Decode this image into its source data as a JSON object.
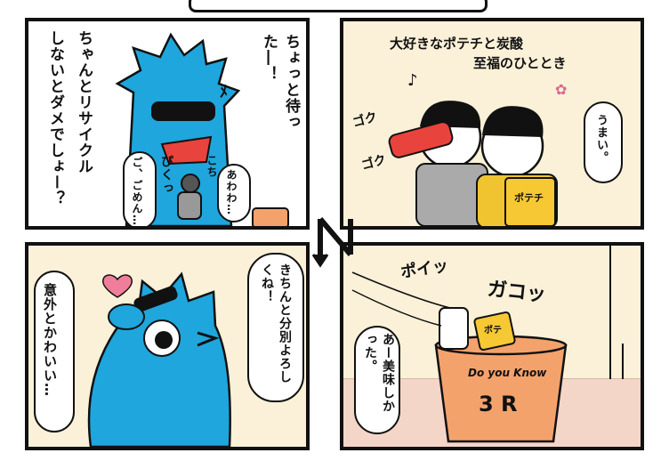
{
  "panel1": {
    "speech_main": "ちょっと待った―！",
    "speech_sub_col1": "ちゃんとリサイクル",
    "speech_sub_col2": "しないとダメでしょー？",
    "sfx_piku": "ぴくっ",
    "sfx_kochi": "こち",
    "small_awawa": "あわわ…",
    "small_gomen": "ご、ごめん…"
  },
  "panel2": {
    "caption_line1": "大好きなポテチと炭酸",
    "caption_line2": "至福のひととき",
    "sfx_goku1": "ゴク",
    "sfx_goku2": "ゴク",
    "speech_umai": "うまい。",
    "chips_label": "ポテチ"
  },
  "panel3": {
    "speech_kichinto": "きちんと分別よろしくね！",
    "speech_igai": "意外とかわいい…"
  },
  "panel4": {
    "sfx_poi": "ポイッ",
    "sfx_gako": "ガコッ",
    "speech_aa": "あー美味しかった。",
    "bin_label_top": "Do you Know",
    "bin_label_main": "3 R",
    "chips_label": "ポテ"
  },
  "colors": {
    "character_blue": "#1fa6dc",
    "bin_orange": "#f4a26c",
    "panel_cream": "#fbf1d8",
    "heart_pink": "#f07e9a"
  }
}
